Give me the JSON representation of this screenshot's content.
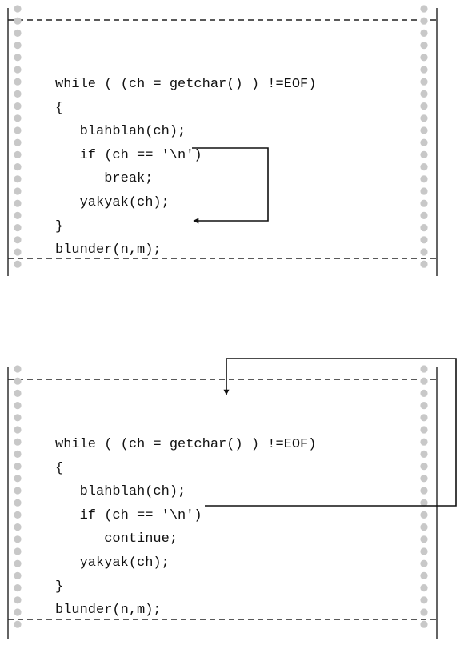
{
  "panels": [
    {
      "keyword": "break",
      "lines": [
        "while ( (ch = getchar() ) !=EOF)",
        "{",
        "   blahblah(ch);",
        "   if (ch == '\\n')",
        "      break;",
        "   yakyak(ch);",
        "}",
        "blunder(n,m);"
      ]
    },
    {
      "keyword": "continue",
      "lines": [
        "while ( (ch = getchar() ) !=EOF)",
        "{",
        "   blahblah(ch);",
        "   if (ch == '\\n')",
        "      continue;",
        "   yakyak(ch);",
        "}",
        "blunder(n,m);"
      ]
    }
  ]
}
